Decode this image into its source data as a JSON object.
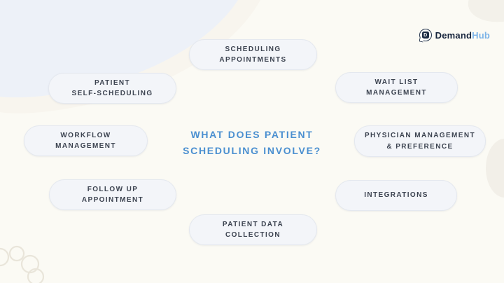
{
  "title": "WHAT DOES PATIENT\nSCHEDULING INVOLVE?",
  "brand": {
    "primary": "Demand",
    "secondary": "Hub",
    "mark_letter": "D"
  },
  "colors": {
    "background": "#fbfaf4",
    "pill_background": "#f3f5f9",
    "pill_border": "#e4e8ef",
    "pill_text": "#3c4350",
    "title_blue": "#4a8fd0",
    "brand_navy": "#16243c",
    "brand_light_blue": "#7db4e8"
  },
  "pills": [
    {
      "id": "scheduling-appointments",
      "label": "SCHEDULING\nAPPOINTMENTS"
    },
    {
      "id": "patient-self-scheduling",
      "label": "PATIENT\nSELF-SCHEDULING"
    },
    {
      "id": "wait-list-management",
      "label": "WAIT LIST\nMANAGEMENT"
    },
    {
      "id": "workflow-management",
      "label": "WORKFLOW\nMANAGEMENT"
    },
    {
      "id": "physician-management-preference",
      "label": "PHYSICIAN MANAGEMENT\n& PREFERENCE"
    },
    {
      "id": "follow-up-appointment",
      "label": "FOLLOW UP\nAPPOINTMENT"
    },
    {
      "id": "integrations",
      "label": "INTEGRATIONS"
    },
    {
      "id": "patient-data-collection",
      "label": "PATIENT DATA\nCOLLECTION"
    }
  ]
}
